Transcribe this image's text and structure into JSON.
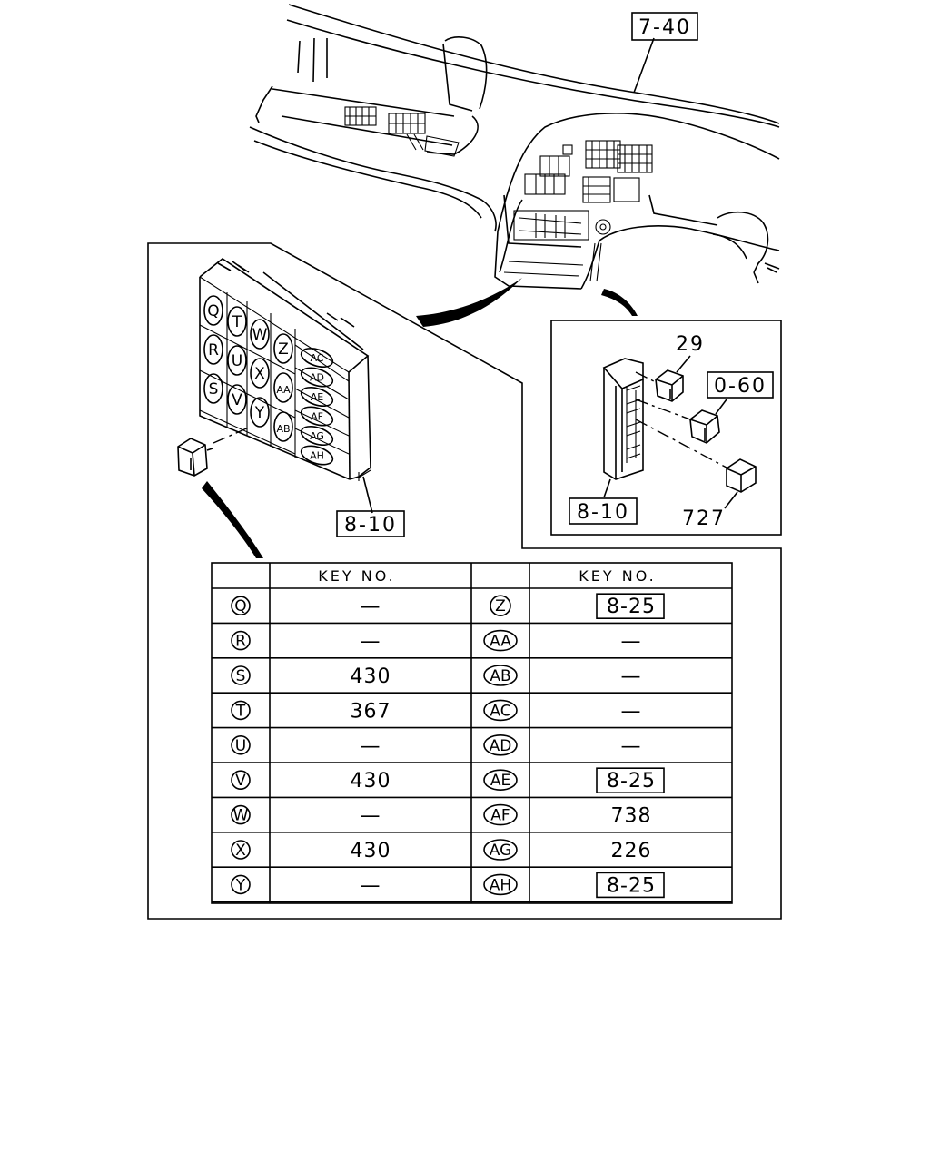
{
  "callouts": {
    "top": "7-40",
    "block_left": "8-10",
    "block_right": "8-10",
    "relay_a": "29",
    "relay_b": "0-60",
    "relay_c": "727"
  },
  "fuse_grid": {
    "col1": [
      "Q",
      "R",
      "S"
    ],
    "col2": [
      "T",
      "U",
      "V"
    ],
    "col3": [
      "W",
      "X",
      "Y"
    ],
    "col4": [
      "Z",
      "AA",
      "AB"
    ],
    "ovals": [
      "AC",
      "AD",
      "AE",
      "AF",
      "AG",
      "AH"
    ]
  },
  "table": {
    "header_left": "KEY NO.",
    "header_right": "KEY NO.",
    "rows": [
      {
        "lsym": "Q",
        "lval": "—",
        "rsym": "Z",
        "rval": "8-25",
        "rboxed": true
      },
      {
        "lsym": "R",
        "lval": "—",
        "rsym": "AA",
        "rval": "—",
        "rboxed": false
      },
      {
        "lsym": "S",
        "lval": "430",
        "rsym": "AB",
        "rval": "—",
        "rboxed": false
      },
      {
        "lsym": "T",
        "lval": "367",
        "rsym": "AC",
        "rval": "—",
        "rboxed": false
      },
      {
        "lsym": "U",
        "lval": "—",
        "rsym": "AD",
        "rval": "—",
        "rboxed": false
      },
      {
        "lsym": "V",
        "lval": "430",
        "rsym": "AE",
        "rval": "8-25",
        "rboxed": true
      },
      {
        "lsym": "W",
        "lval": "—",
        "rsym": "AF",
        "rval": "738",
        "rboxed": false
      },
      {
        "lsym": "X",
        "lval": "430",
        "rsym": "AG",
        "rval": "226",
        "rboxed": false
      },
      {
        "lsym": "Y",
        "lval": "—",
        "rsym": "AH",
        "rval": "8-25",
        "rboxed": true
      }
    ]
  }
}
